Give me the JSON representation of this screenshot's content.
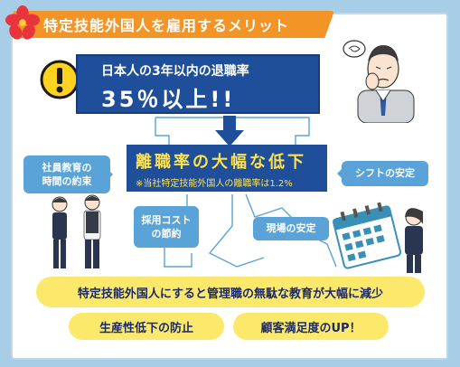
{
  "title": "特定技能外国人を雇用するメリット",
  "stat": {
    "line1": "日本人の3年以内の退職率",
    "line2": "35％以上!!"
  },
  "result": {
    "main": "離職率の大幅な低下",
    "sub": "※当社特定技能外国人の離職率は1.2%"
  },
  "bubbles": {
    "left": "社員教育の\n時間の約束",
    "right": "シフトの安定",
    "mid1": "採用コスト\nの節約",
    "mid2": "現場の安定"
  },
  "benefits": {
    "main": "特定技能外国人にすると管理職の無駄な教育が大幅に減少",
    "a": "生産性低下の防止",
    "b": "顧客満足度のUP！"
  },
  "colors": {
    "banner": "#f39426",
    "navy": "#1f4f9a",
    "bubble": "#5aa3d8",
    "pill": "#fce96b",
    "accent_text": "#ffe14a"
  }
}
